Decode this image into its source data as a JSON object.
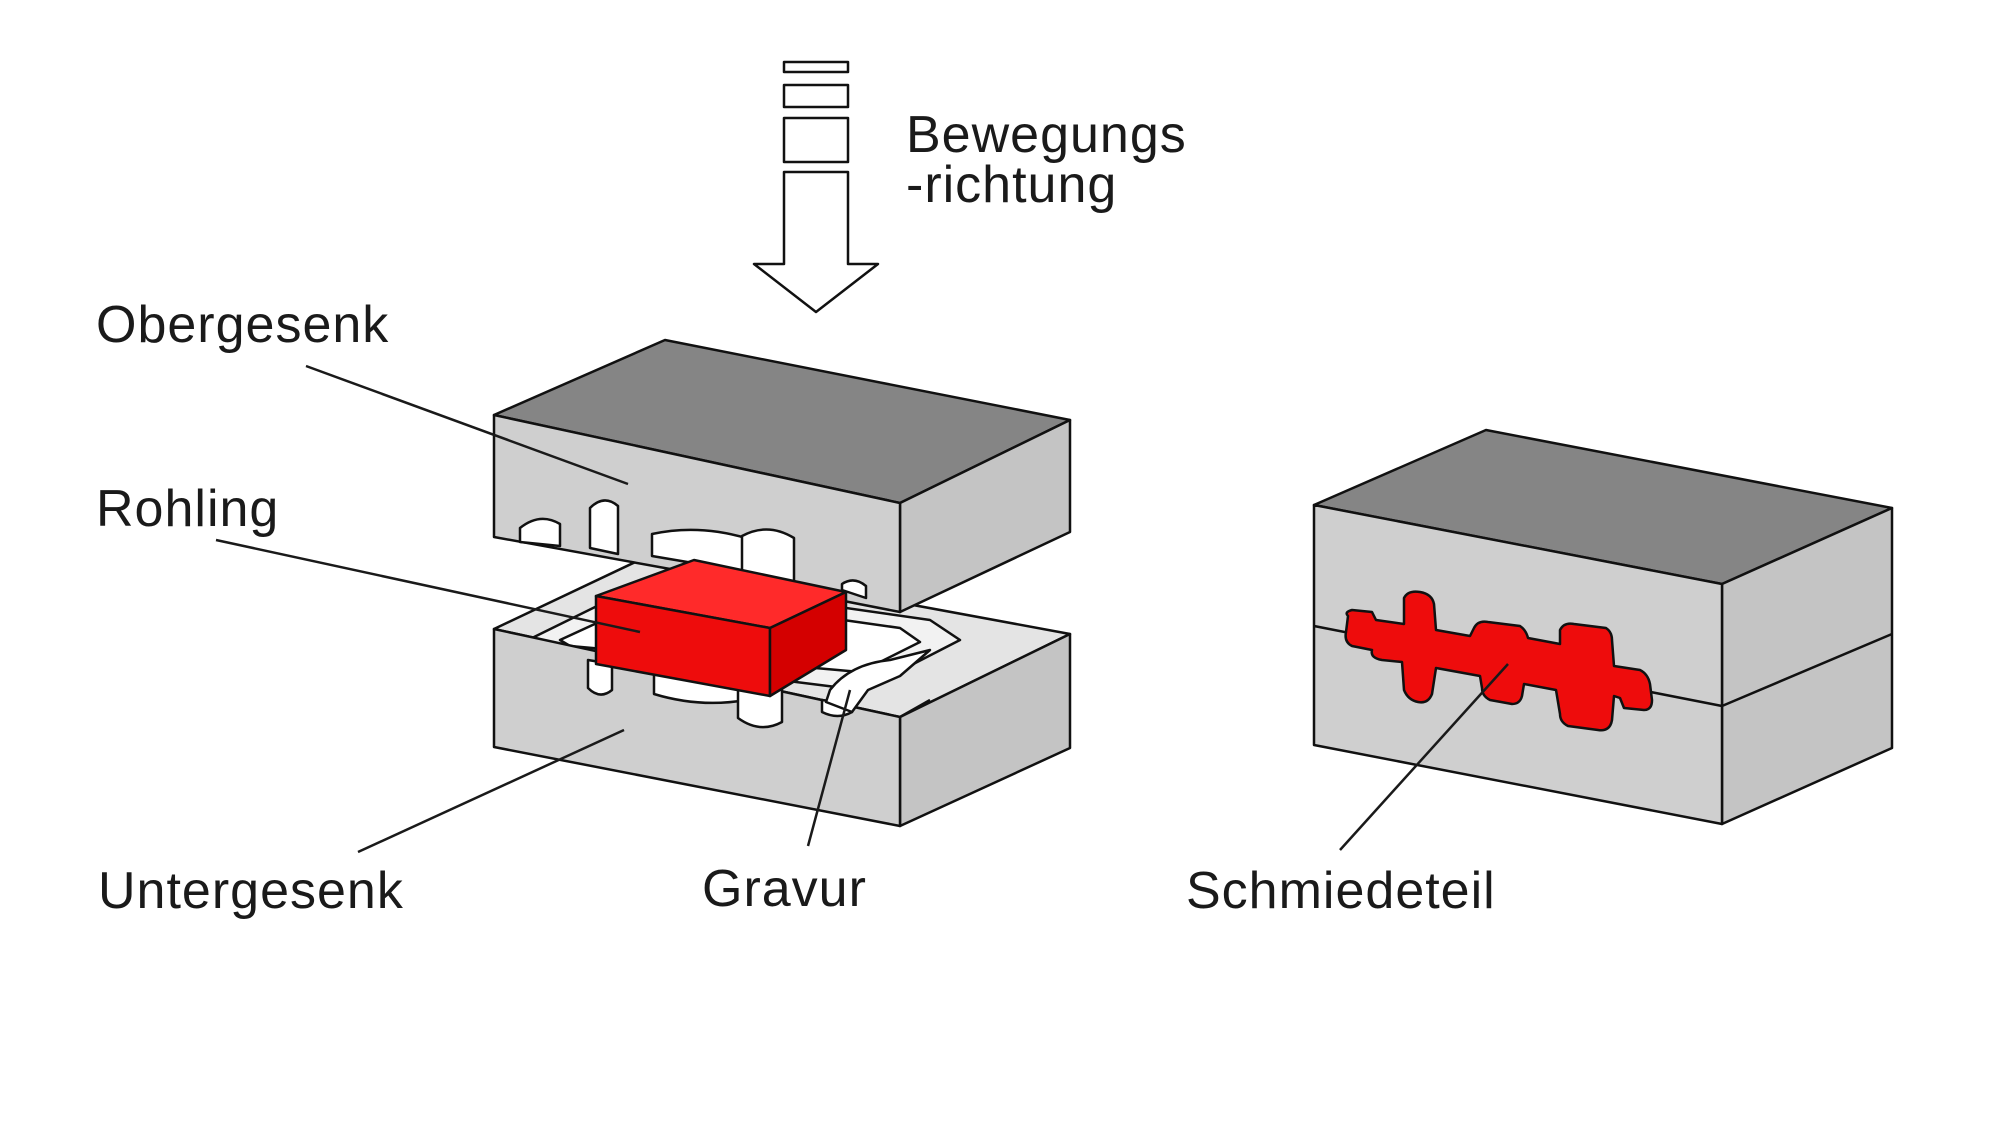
{
  "motion": {
    "label_line1": "Bewegungs",
    "label_line2": "-richtung"
  },
  "labels": {
    "upper_die": "Obergesenk",
    "blank": "Rohling",
    "lower_die": "Untergesenk",
    "engraving": "Gravur",
    "forged_part": "Schmiedeteil"
  },
  "colors": {
    "die_front": "#cfcfcf",
    "die_side": "#c4c4c4",
    "die_top": "#858585",
    "cavity": "#ebebeb",
    "blank_red": "#ee0c0c",
    "blank_red_dark": "#c80000",
    "outline": "#111111",
    "text": "#1a1a1a"
  }
}
